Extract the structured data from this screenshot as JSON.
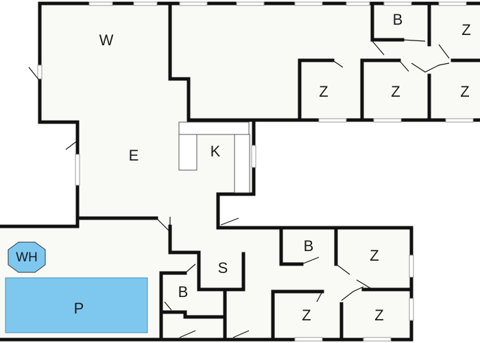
{
  "rooms": {
    "w": "W",
    "e": "E",
    "k": "K",
    "b1": "B",
    "b2": "B",
    "b3": "B",
    "z1": "Z",
    "z2": "Z",
    "z3": "Z",
    "z4": "Z",
    "z5": "Z",
    "z6": "Z",
    "z7": "Z",
    "s": "S",
    "wh": "WH",
    "p": "P"
  },
  "colors": {
    "wall": "#111111",
    "floor": "#f9faf5",
    "pool": "#7ec8f0",
    "whirlpool": "#7ec8f0"
  }
}
